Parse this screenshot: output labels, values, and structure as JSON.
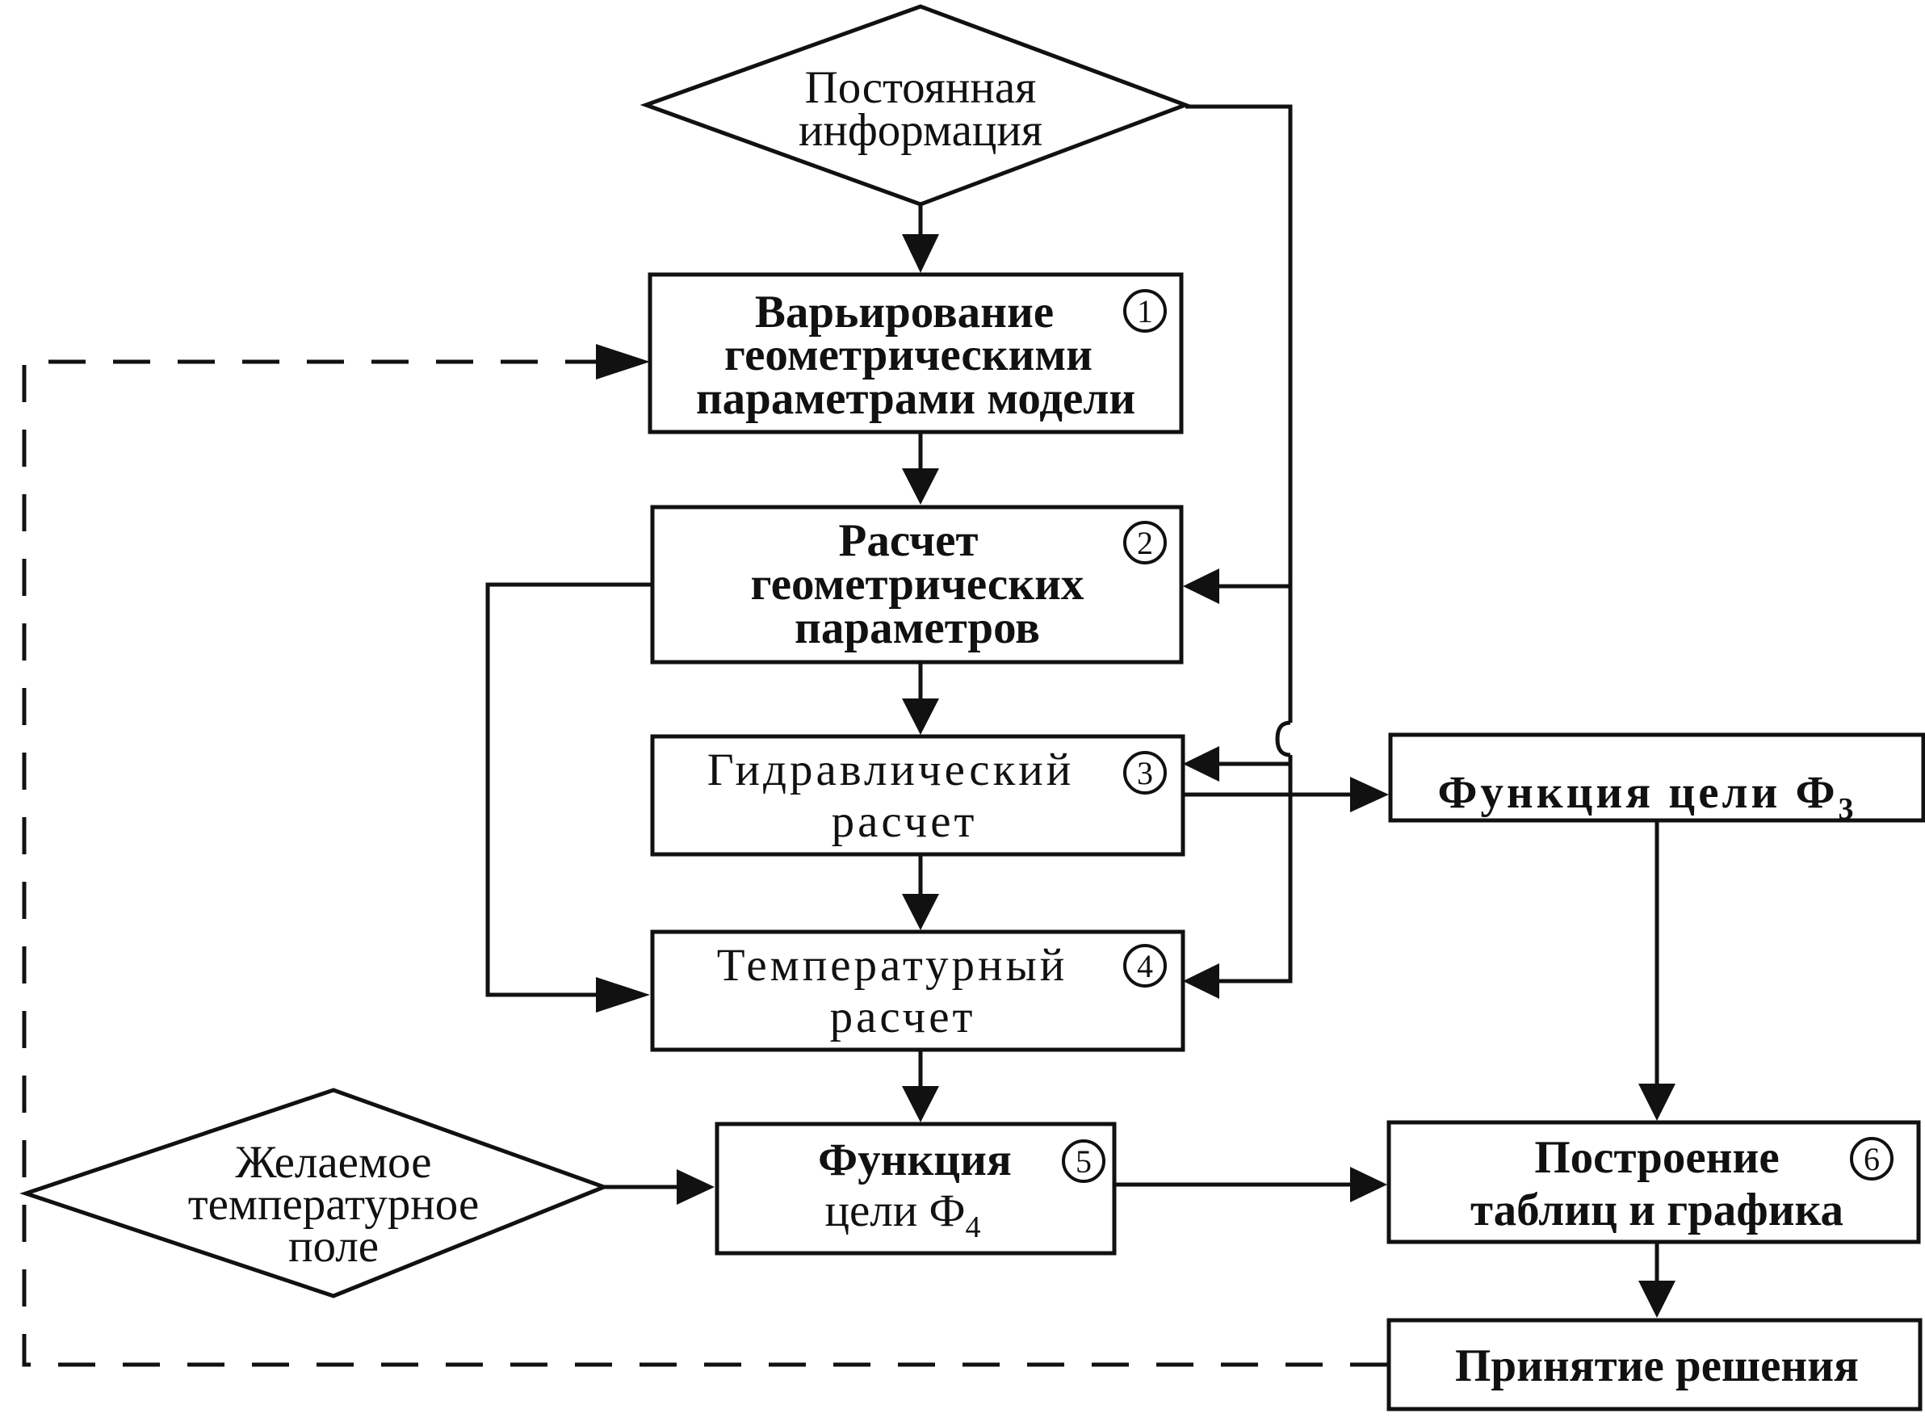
{
  "nodes": {
    "constant_info": {
      "lines": [
        "Постоянная",
        "информация"
      ]
    },
    "step1": {
      "number": "1",
      "lines": [
        "Варьирование",
        "геометрическими",
        "параметрами модели"
      ]
    },
    "step2": {
      "number": "2",
      "lines": [
        "Расчет",
        "геометрических",
        "параметров"
      ]
    },
    "step3": {
      "number": "3",
      "lines": [
        "Гидравлический",
        "расчет"
      ]
    },
    "step4": {
      "number": "4",
      "lines": [
        "Температурный",
        "расчет"
      ]
    },
    "step5": {
      "number": "5",
      "line1": "Функция",
      "line2": "цели Ф",
      "subscript": "4"
    },
    "step6": {
      "number": "6",
      "lines": [
        "Построение",
        "таблиц и графика"
      ]
    },
    "goal_f3": {
      "text": "Функция цели Ф",
      "subscript": "3"
    },
    "desired_field": {
      "lines": [
        "Желаемое",
        "температурное",
        "поле"
      ]
    },
    "decision": {
      "text": "Принятие решения"
    }
  },
  "colors": {
    "ink": "#111111",
    "paper": "#ffffff"
  }
}
